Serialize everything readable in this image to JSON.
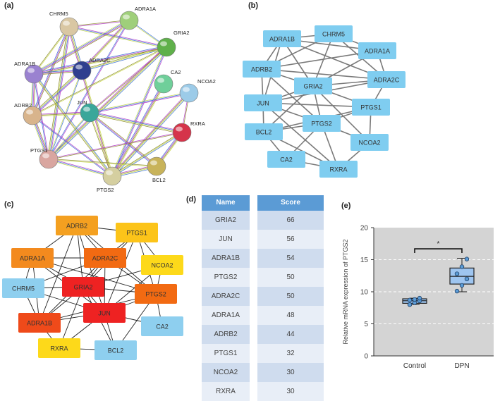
{
  "panels": {
    "a": "(a)",
    "b": "(b)",
    "c": "(c)",
    "d": "(d)",
    "e": "(e)"
  },
  "network_a": {
    "nodes": [
      {
        "label": "CHRM5",
        "color": "#d9c7a3"
      },
      {
        "label": "ADRA1A",
        "color": "#9fcf7a"
      },
      {
        "label": "GRIA2",
        "color": "#5fb04a"
      },
      {
        "label": "ADRA2C",
        "color": "#2f3f8f"
      },
      {
        "label": "ADRA1B",
        "color": "#9a82d0"
      },
      {
        "label": "CA2",
        "color": "#6fcf9a"
      },
      {
        "label": "NCOA2",
        "color": "#9ccbe8"
      },
      {
        "label": "JUN",
        "color": "#3aa79a"
      },
      {
        "label": "ADRB2",
        "color": "#d8b48c"
      },
      {
        "label": "RXRA",
        "color": "#d5344a"
      },
      {
        "label": "PTGS1",
        "color": "#d9a6a0"
      },
      {
        "label": "BCL2",
        "color": "#c8b35a"
      },
      {
        "label": "PTGS2",
        "color": "#d5cfa0"
      }
    ]
  },
  "network_b": {
    "nodes": [
      "ADRA1B",
      "CHRM5",
      "ADRA1A",
      "ADRB2",
      "ADRA2C",
      "GRIA2",
      "JUN",
      "PTGS1",
      "PTGS2",
      "BCL2",
      "NCOA2",
      "CA2",
      "RXRA"
    ],
    "color": "#7fcdf0"
  },
  "network_c": {
    "nodes": [
      {
        "label": "ADRB2",
        "color": "#f4a020"
      },
      {
        "label": "PTGS1",
        "color": "#fcc419"
      },
      {
        "label": "ADRA1A",
        "color": "#f38a1e"
      },
      {
        "label": "ADRA2C",
        "color": "#f26a12"
      },
      {
        "label": "NCOA2",
        "color": "#fdd91a"
      },
      {
        "label": "CHRM5",
        "color": "#8ecfef"
      },
      {
        "label": "GRIA2",
        "color": "#ee2222"
      },
      {
        "label": "PTGS2",
        "color": "#f26a12"
      },
      {
        "label": "ADRA1B",
        "color": "#ef4a1a"
      },
      {
        "label": "JUN",
        "color": "#ee2222"
      },
      {
        "label": "CA2",
        "color": "#8ecfef"
      },
      {
        "label": "RXRA",
        "color": "#fdd91a"
      },
      {
        "label": "BCL2",
        "color": "#8ecfef"
      }
    ]
  },
  "table_d": {
    "headers": {
      "name": "Name",
      "score": "Score"
    },
    "rows": [
      {
        "name": "GRIA2",
        "score": "66"
      },
      {
        "name": "JUN",
        "score": "56"
      },
      {
        "name": "ADRA1B",
        "score": "54"
      },
      {
        "name": "PTGS2",
        "score": "50"
      },
      {
        "name": "ADRA2C",
        "score": "50"
      },
      {
        "name": "ADRA1A",
        "score": "48"
      },
      {
        "name": "ADRB2",
        "score": "44"
      },
      {
        "name": "PTGS1",
        "score": "32"
      },
      {
        "name": "NCOA2",
        "score": "30"
      },
      {
        "name": "RXRA",
        "score": "30"
      }
    ]
  },
  "chart_data": {
    "type": "box",
    "categories": [
      "Control",
      "DPN"
    ],
    "ylabel": "Relative mRNA expression of PTGS2",
    "ylim": [
      0,
      20
    ],
    "yticks": [
      0,
      5,
      10,
      15,
      20
    ],
    "significance": "*",
    "boxes": [
      {
        "name": "Control",
        "min": 8.0,
        "q1": 8.2,
        "median": 8.6,
        "q3": 8.9,
        "max": 9.0,
        "points": [
          8.0,
          8.3,
          8.6,
          8.7,
          8.8,
          9.0
        ]
      },
      {
        "name": "DPN",
        "min": 10.0,
        "q1": 11.2,
        "median": 12.4,
        "q3": 13.7,
        "max": 15.2,
        "points": [
          10.1,
          11.0,
          12.0,
          12.8,
          13.9,
          15.1
        ]
      }
    ],
    "colors": {
      "background": "#d4d4d4",
      "box_fill": "#9ec5f0",
      "point": "#5b9bd5"
    }
  }
}
